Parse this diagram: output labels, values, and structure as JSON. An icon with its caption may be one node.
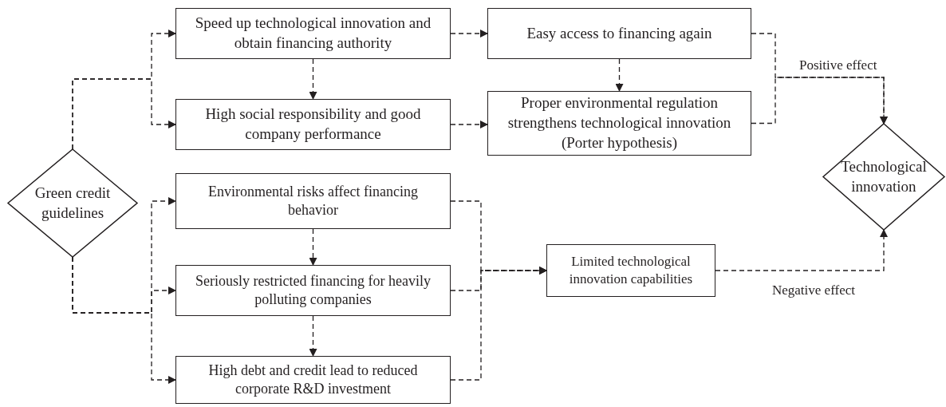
{
  "diagram": {
    "nodes": [
      {
        "text": [
          "Green credit guidelines"
        ]
      },
      {
        "text": [
          "Speed up technological innovation and obtain financing authority"
        ]
      },
      {
        "text": [
          "High social responsibility and good company performance"
        ]
      },
      {
        "text": [
          "Environmental risks affect financing behavior"
        ]
      },
      {
        "text": [
          "Seriously restricted financing for heavily polluting companies"
        ]
      },
      {
        "text": [
          "High debt and credit lead to reduced corporate R&D investment"
        ]
      },
      {
        "text": [
          "Easy access to financing again"
        ]
      },
      {
        "text": [
          "Proper environmental regulation strengthens technological innovation (Porter hypothesis)"
        ]
      },
      {
        "text": [
          "Limited technological innovation capabilities"
        ]
      },
      {
        "text": [
          "Technological innovation"
        ]
      }
    ],
    "edges": [
      {
        "from": 0,
        "to": 1,
        "arrow": "to"
      },
      {
        "from": 0,
        "to": 2,
        "arrow": "to"
      },
      {
        "from": 1,
        "to": 2,
        "arrow": "to"
      },
      {
        "from": 1,
        "to": 6,
        "arrow": "to"
      },
      {
        "from": 2,
        "to": 7,
        "arrow": "to"
      },
      {
        "from": 6,
        "to": 7,
        "arrow": "to"
      },
      {
        "from": 6,
        "to": 9,
        "arrow": "to",
        "label": "Positive effect"
      },
      {
        "from": 7,
        "to": 9,
        "arrow": "to"
      },
      {
        "from": 0,
        "to": 3,
        "arrow": "to"
      },
      {
        "from": 0,
        "to": 4,
        "arrow": "to"
      },
      {
        "from": 0,
        "to": 5,
        "arrow": "to"
      },
      {
        "from": 3,
        "to": 4,
        "arrow": "to"
      },
      {
        "from": 4,
        "to": 5,
        "arrow": "to"
      },
      {
        "from": 3,
        "to": 8,
        "arrow": "to"
      },
      {
        "from": 4,
        "to": 8,
        "arrow": "to"
      },
      {
        "from": 5,
        "to": 8,
        "arrow": "to"
      },
      {
        "from": 8,
        "to": 9,
        "arrow": "to",
        "label": "Negative effect"
      }
    ]
  }
}
